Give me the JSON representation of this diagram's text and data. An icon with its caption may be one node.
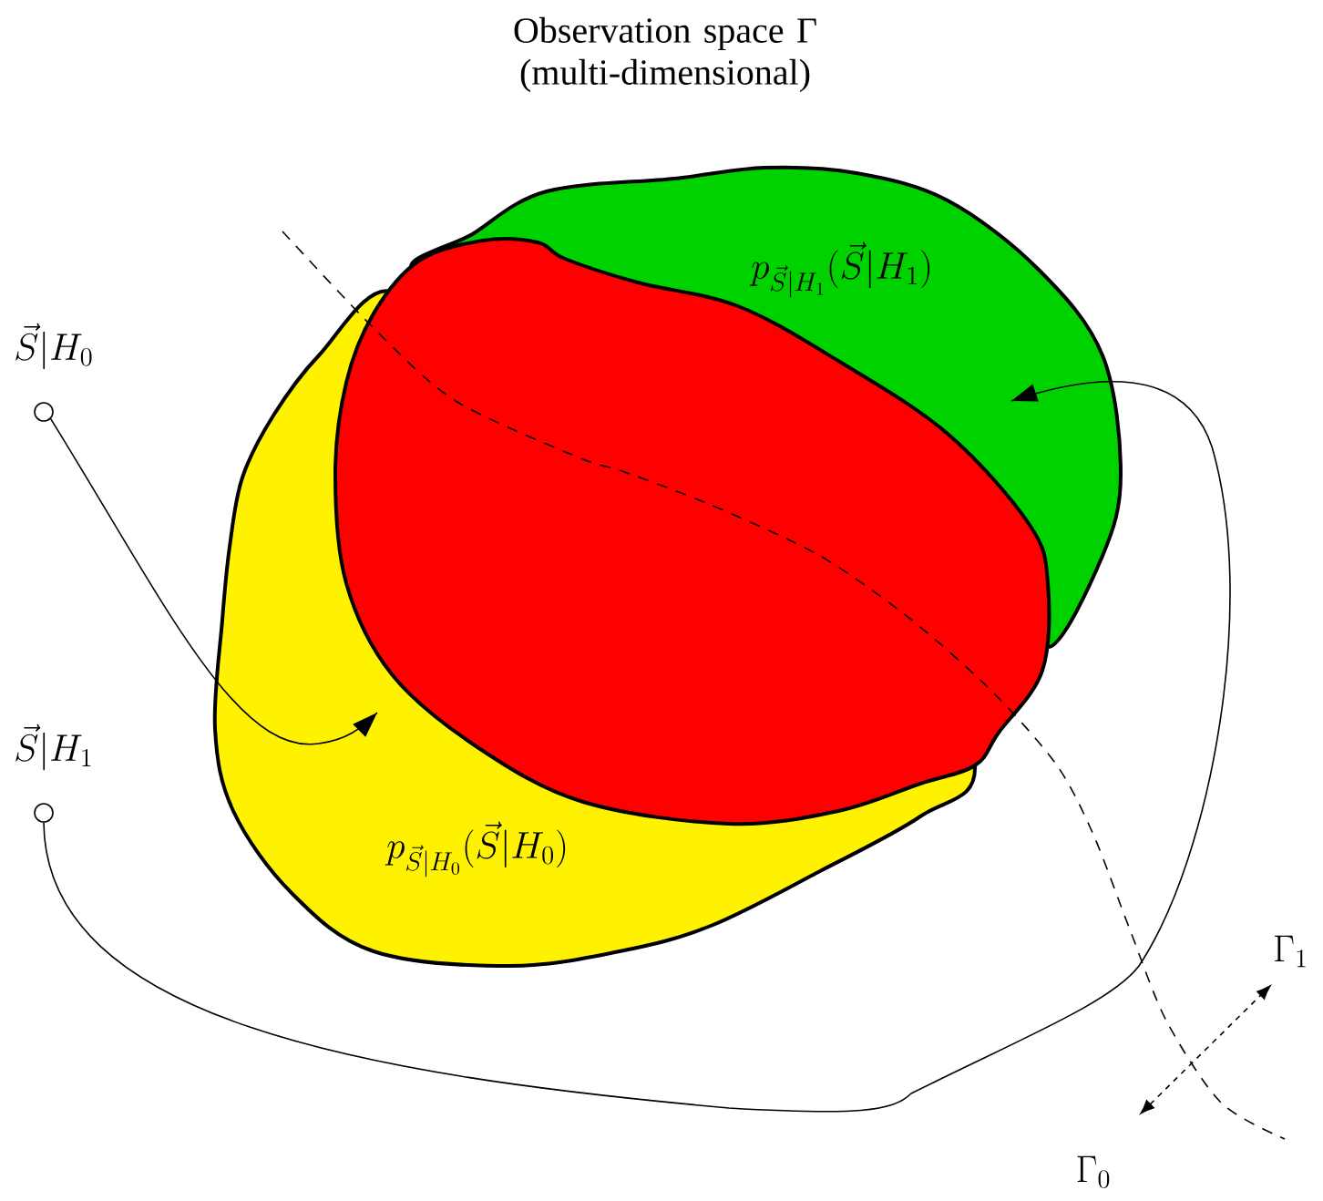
{
  "diagram": {
    "title": "Observation space Γ (multi-dimensional)",
    "nodes": [
      {
        "text": [],
        "shape": "circle",
        "beside": [
          "\\vec{S}|H_0"
        ]
      },
      {
        "text": [],
        "shape": "circle",
        "beside": [
          "\\vec{S}|H_1"
        ]
      },
      {
        "text": [
          "p_{\\vec{S}|H_0}(\\vec{S}|H_0)"
        ]
      },
      {
        "text": [
          "p_{\\vec{S}|H_1}(\\vec{S}|H_1)"
        ]
      },
      {
        "text": [],
        "shape": "region"
      }
    ],
    "edges": [
      {
        "from": 0,
        "to": 2,
        "arrow": "to"
      },
      {
        "from": 1,
        "to": 3,
        "arrow": "to"
      }
    ],
    "labels": [
      "\\Gamma_1",
      "\\Gamma_0"
    ]
  }
}
